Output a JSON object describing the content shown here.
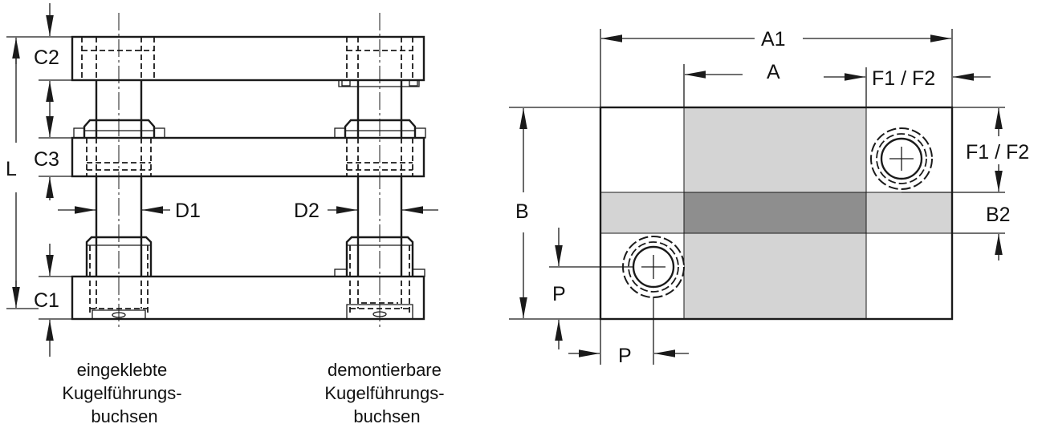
{
  "labels": {
    "c2": "C2",
    "c3": "C3",
    "c1": "C1",
    "l": "L",
    "d1": "D1",
    "d2": "D2",
    "a1": "A1",
    "a": "A",
    "f1f2_top": "F1 / F2",
    "f1f2_right": "F1 / F2",
    "b": "B",
    "b2": "B2",
    "p_vertical": "P",
    "p_horizontal": "P"
  },
  "captions": {
    "left": [
      "eingeklebte",
      "Kugelführungs-",
      "buchsen"
    ],
    "right": [
      "demontierbare",
      "Kugelführungs-",
      "buchsen"
    ]
  },
  "colors": {
    "line": "#1a1a1a",
    "light_gray": "#d4d4d4",
    "dark_gray": "#8e8e8e"
  }
}
